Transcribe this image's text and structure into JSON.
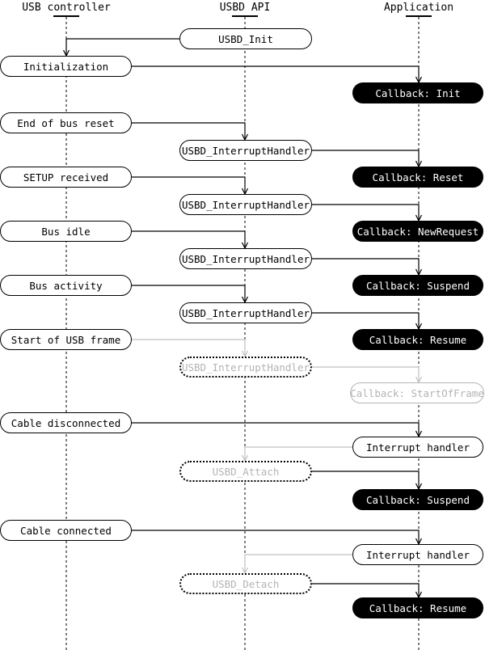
{
  "columns": [
    {
      "label": "USB controller"
    },
    {
      "label": "USBD API"
    },
    {
      "label": "Application"
    }
  ],
  "nodes": [
    {
      "label": "USBD_Init",
      "column": "USBD API",
      "variant": "white"
    },
    {
      "label": "Initialization",
      "column": "USB controller",
      "variant": "white"
    },
    {
      "label": "Callback: Init",
      "column": "Application",
      "variant": "black"
    },
    {
      "label": "End of bus reset",
      "column": "USB controller",
      "variant": "white"
    },
    {
      "label": "USBD_InterruptHandler",
      "column": "USBD API",
      "variant": "white"
    },
    {
      "label": "SETUP received",
      "column": "USB controller",
      "variant": "white"
    },
    {
      "label": "Callback: Reset",
      "column": "Application",
      "variant": "black"
    },
    {
      "label": "USBD_InterruptHandler",
      "column": "USBD API",
      "variant": "white"
    },
    {
      "label": "Bus idle",
      "column": "USB controller",
      "variant": "white"
    },
    {
      "label": "Callback: NewRequest",
      "column": "Application",
      "variant": "black"
    },
    {
      "label": "USBD_InterruptHandler",
      "column": "USBD API",
      "variant": "white"
    },
    {
      "label": "Bus activity",
      "column": "USB controller",
      "variant": "white"
    },
    {
      "label": "Callback: Suspend",
      "column": "Application",
      "variant": "black"
    },
    {
      "label": "USBD_InterruptHandler",
      "column": "USBD API",
      "variant": "white"
    },
    {
      "label": "Start of USB frame",
      "column": "USB controller",
      "variant": "white"
    },
    {
      "label": "Callback: Resume",
      "column": "Application",
      "variant": "black"
    },
    {
      "label": "USBD_InterruptHandler",
      "column": "USBD API",
      "variant": "ghost-dotted-gray"
    },
    {
      "label": "Callback: StartOfFrame",
      "column": "Application",
      "variant": "gray-outline"
    },
    {
      "label": "Cable disconnected",
      "column": "USB controller",
      "variant": "white"
    },
    {
      "label": "Interrupt handler",
      "column": "Application",
      "variant": "white"
    },
    {
      "label": "USBD_Attach",
      "column": "USBD API",
      "variant": "ghost-dotted-gray"
    },
    {
      "label": "Callback: Suspend",
      "column": "Application",
      "variant": "black"
    },
    {
      "label": "Cable connected",
      "column": "USB controller",
      "variant": "white"
    },
    {
      "label": "Interrupt handler",
      "column": "Application",
      "variant": "white"
    },
    {
      "label": "USBD_Detach",
      "column": "USBD API",
      "variant": "ghost-dotted-gray"
    },
    {
      "label": "Callback: Resume",
      "column": "Application",
      "variant": "black"
    }
  ],
  "colors": {
    "line_black": "#000000",
    "line_gray": "#c0c0c0",
    "ghost_text_gray": "#b4b4b4",
    "callback_bg": "#000000",
    "callback_text": "#ffffff",
    "background": "#ffffff"
  }
}
